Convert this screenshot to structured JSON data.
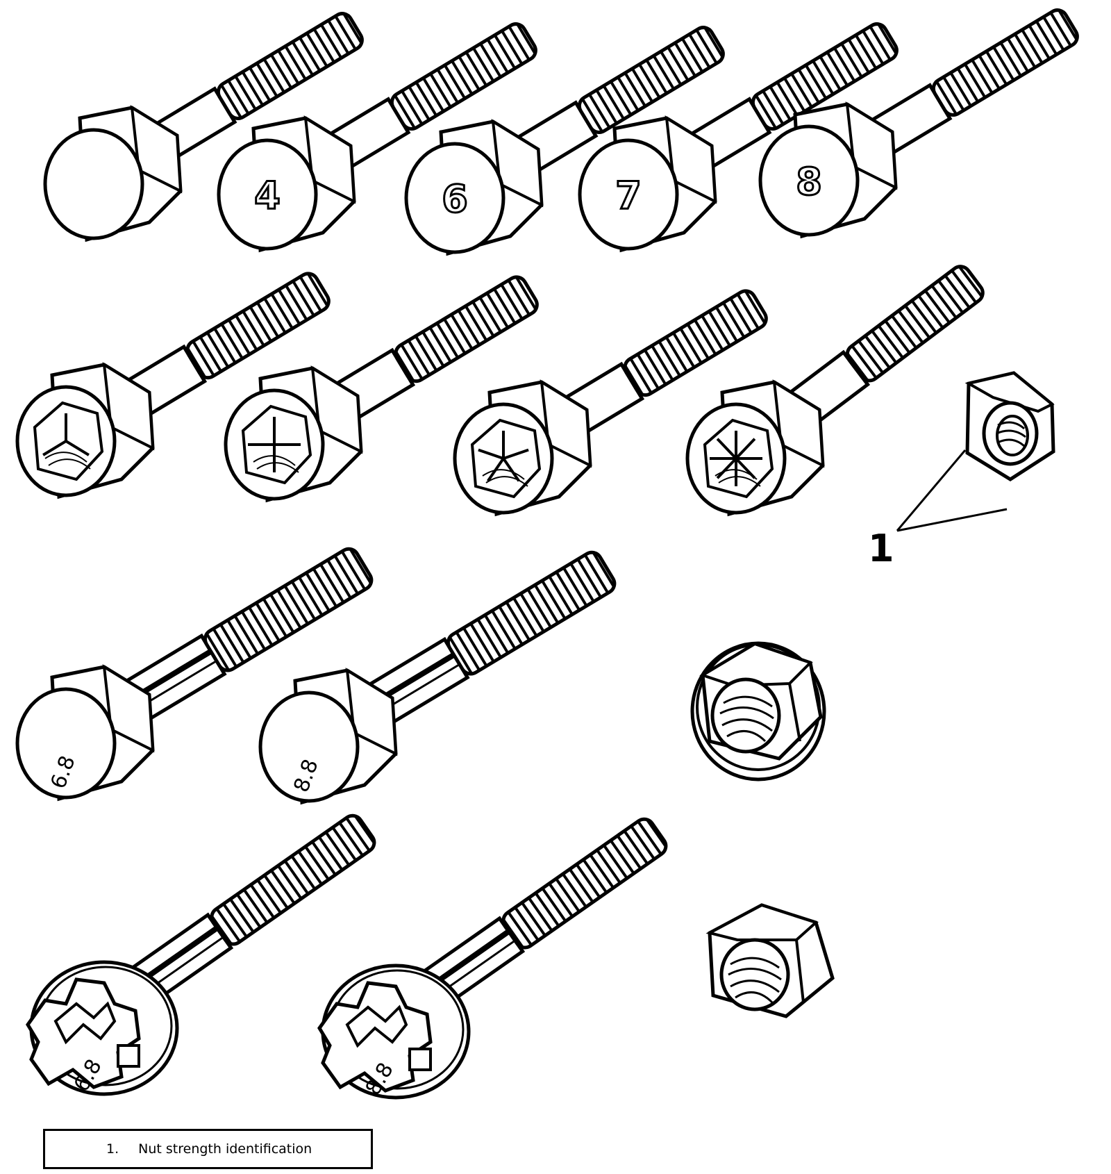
{
  "bolts_row1_head_marks": [
    "",
    "4",
    "6",
    "7",
    "8"
  ],
  "bolts_row3_head_marks": [
    "6.8",
    "8.8"
  ],
  "bolts_row4_head_marks": [
    "6.8",
    "8.8"
  ],
  "callout": {
    "number": "1"
  },
  "legend": {
    "number": "1.",
    "text": "Nut strength identification"
  },
  "colors": {
    "ink": "#000000",
    "paper": "#ffffff"
  }
}
